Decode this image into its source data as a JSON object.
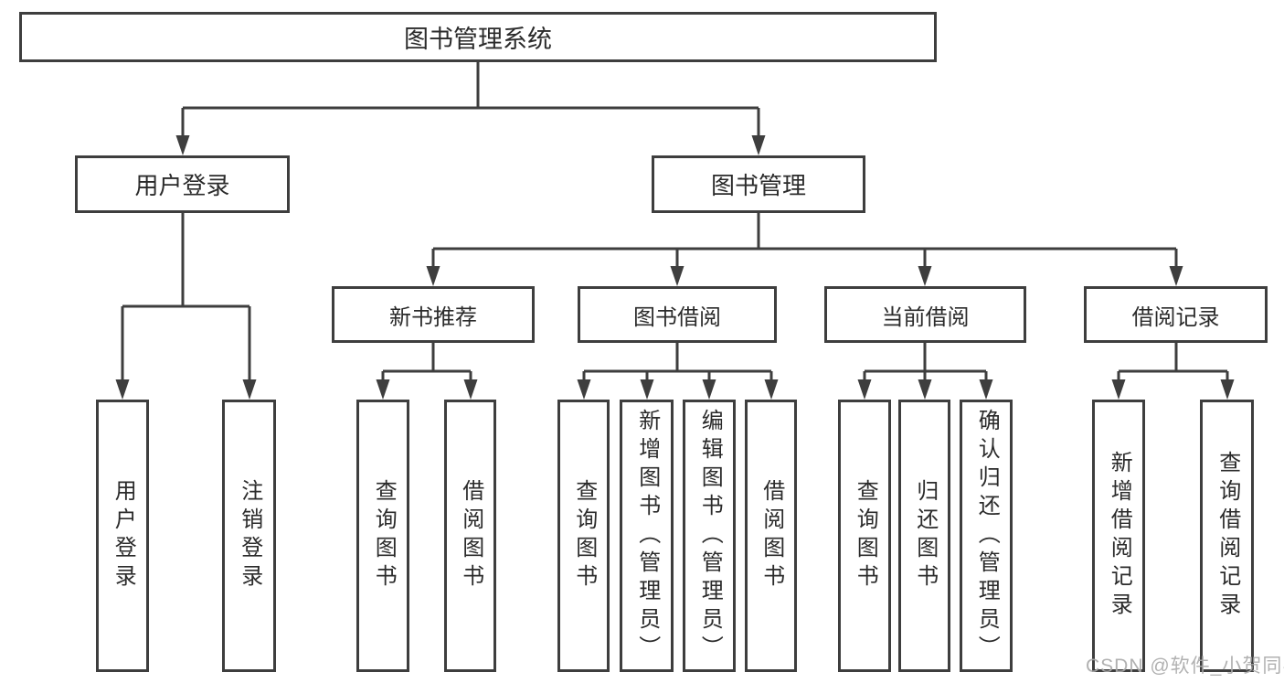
{
  "diagram": {
    "root": "图书管理系统",
    "level2": {
      "user_login": "用户登录",
      "book_management": "图书管理"
    },
    "level3": {
      "new_book_recommend": "新书推荐",
      "book_borrowing": "图书借阅",
      "current_borrowing": "当前借阅",
      "borrowing_records": "借阅记录"
    },
    "leaves": {
      "user_login": [
        "用户登录",
        "注销登录"
      ],
      "new_book_recommend": [
        "查询图书",
        "借阅图书"
      ],
      "book_borrowing": [
        "查询图书",
        "新增图书（管理员）",
        "编辑图书（管理员）",
        "借阅图书"
      ],
      "current_borrowing": [
        "查询图书",
        "归还图书",
        "确认归还（管理员）"
      ],
      "borrowing_records": [
        "新增借阅记录",
        "查询借阅记录"
      ]
    }
  },
  "watermark": {
    "text": "CSDN @软件_小贺同学"
  },
  "colors": {
    "line": "#3e3e3e",
    "text": "#2b2b2b",
    "background": "#ffffff",
    "watermark": "#ababab"
  }
}
